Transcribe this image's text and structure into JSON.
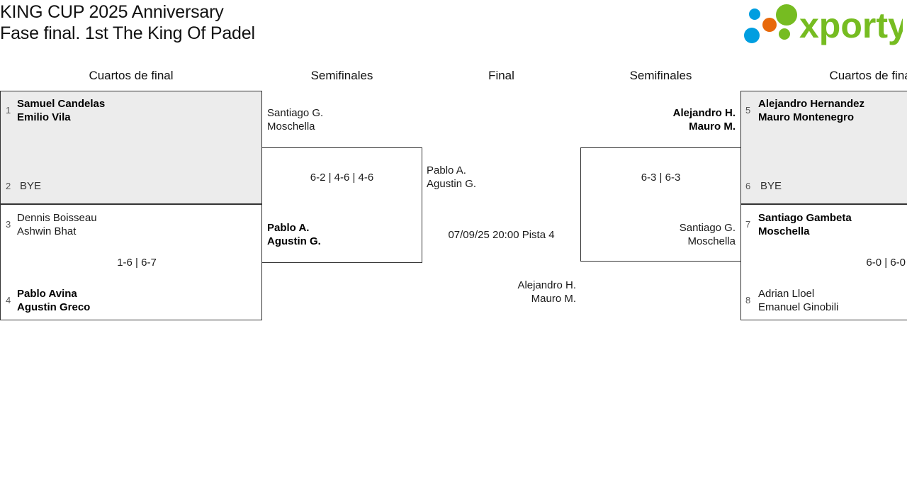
{
  "header": {
    "title_line1": "KING CUP 2025 Anniversary",
    "title_line2": "Fase final. 1st The King Of Padel",
    "logo": {
      "wordmark": "xporty",
      "colors": {
        "green": "#76bc21",
        "blue": "#009ee0",
        "orange": "#e8690b"
      }
    }
  },
  "rounds": [
    {
      "id": "qf-left",
      "label": "Cuartos de final"
    },
    {
      "id": "sf-left",
      "label": "Semifinales"
    },
    {
      "id": "final",
      "label": "Final"
    },
    {
      "id": "sf-right",
      "label": "Semifinales"
    },
    {
      "id": "qf-right",
      "label": "Cuartos de final"
    }
  ],
  "matches": {
    "qf1": {
      "top": {
        "seed": "1",
        "player1": "Samuel Candelas",
        "player2": "Emilio Vila",
        "winner": true
      },
      "bottom": {
        "seed": "2",
        "bye_label": "BYE",
        "winner": false
      },
      "score": ""
    },
    "qf2": {
      "top": {
        "seed": "3",
        "player1": "Dennis Boisseau",
        "player2": "Ashwin Bhat",
        "winner": false
      },
      "bottom": {
        "seed": "4",
        "player1": "Pablo Avina",
        "player2": "Agustin Greco",
        "winner": true
      },
      "score": "1-6 | 6-7"
    },
    "qf3": {
      "top": {
        "seed": "5",
        "player1": "Alejandro Hernandez",
        "player2": "Mauro Montenegro",
        "winner": true
      },
      "bottom": {
        "seed": "6",
        "bye_label": "BYE",
        "winner": false
      },
      "score": ""
    },
    "qf4": {
      "top": {
        "seed": "7",
        "player1": "Santiago Gambeta",
        "player2": "Moschella",
        "winner": true
      },
      "bottom": {
        "seed": "8",
        "player1": "Adrian Lloel",
        "player2": "Emanuel Ginobili",
        "winner": false
      },
      "score": "6-0 | 6-0"
    },
    "sf1": {
      "top": {
        "player1": "Santiago G.",
        "player2": "Moschella",
        "winner": false
      },
      "bottom": {
        "player1": "Pablo A.",
        "player2": "Agustin G.",
        "winner": true
      },
      "score": "6-2 | 4-6 | 4-6"
    },
    "sf2": {
      "top": {
        "player1": "Alejandro H.",
        "player2": "Mauro M.",
        "winner": true
      },
      "bottom": {
        "player1": "Santiago G.",
        "player2": "Moschella",
        "winner": false
      },
      "score": "6-3 | 6-3"
    },
    "final": {
      "left": {
        "player1": "Pablo A.",
        "player2": "Agustin G.",
        "winner": false
      },
      "right": {
        "player1": "Alejandro H.",
        "player2": "Mauro M.",
        "winner": false
      },
      "schedule": "07/09/25 20:00 Pista 4"
    }
  }
}
